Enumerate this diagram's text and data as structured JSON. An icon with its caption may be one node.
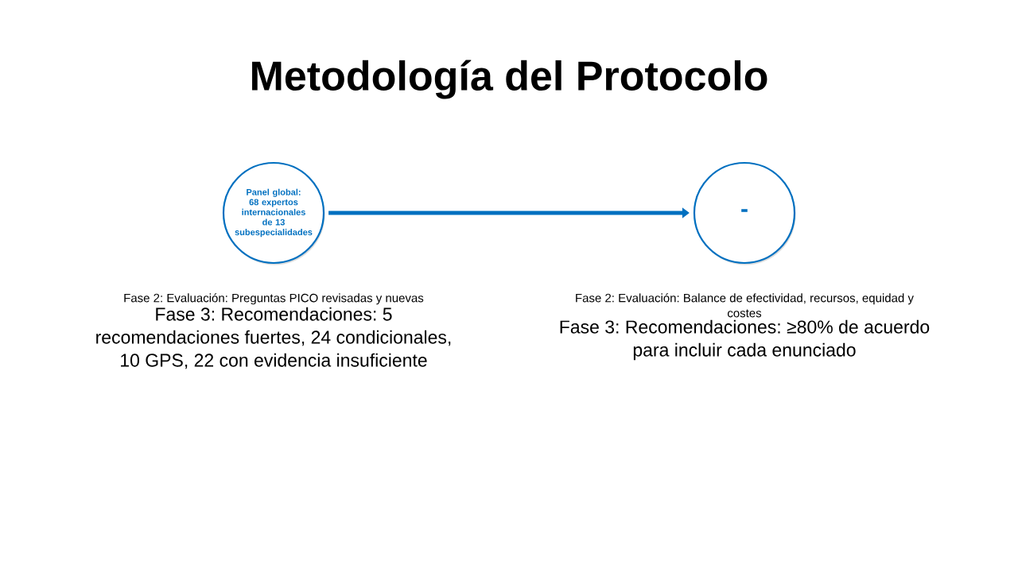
{
  "diagram": {
    "title": "Metodología del Protocolo",
    "nodes": [
      {
        "text": [
          "Panel global: 68 expertos internacionales de 13 subespecialidades"
        ],
        "beside": [
          "Fase 2: Evaluación: Preguntas PICO revisadas y nuevas",
          "Fase 3: Recomendaciones: 5 recomendaciones fuertes, 24 condicionales, 10 GPS, 22 con evidencia insuficiente"
        ]
      },
      {
        "text": [
          "-"
        ],
        "beside": [
          "Fase 2: Evaluación: Balance de efectividad, recursos, equidad y costes",
          "Fase 3: Recomendaciones: ≥80% de acuerdo para incluir cada enunciado"
        ]
      }
    ],
    "edges": [
      {
        "from": 0,
        "to": 1,
        "arrow": "to"
      }
    ]
  }
}
